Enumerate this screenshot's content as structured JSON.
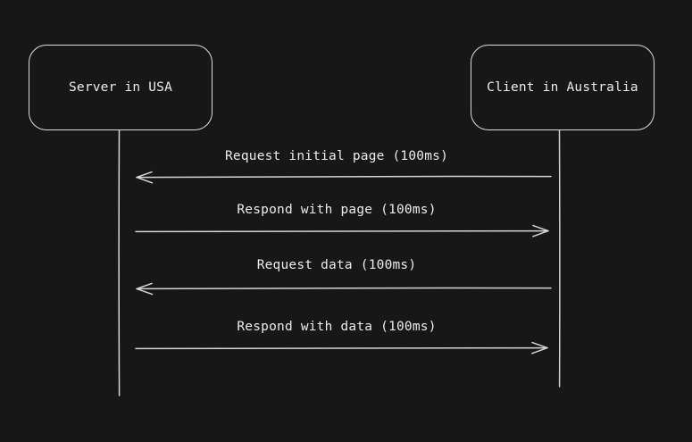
{
  "diagram": {
    "type": "sequence-diagram",
    "style": "hand-drawn",
    "actors": [
      {
        "id": "server",
        "label": "Server in USA"
      },
      {
        "id": "client",
        "label": "Client in Australia"
      }
    ],
    "messages": [
      {
        "label": "Request initial page (100ms)",
        "from": "client",
        "to": "server",
        "direction": "left"
      },
      {
        "label": "Respond with page (100ms)",
        "from": "server",
        "to": "client",
        "direction": "right"
      },
      {
        "label": "Request data (100ms)",
        "from": "client",
        "to": "server",
        "direction": "left"
      },
      {
        "label": "Respond with data (100ms)",
        "from": "server",
        "to": "client",
        "direction": "right"
      }
    ],
    "colors": {
      "background": "#171717",
      "stroke": "#d6d6d6",
      "text": "#ececec"
    }
  }
}
